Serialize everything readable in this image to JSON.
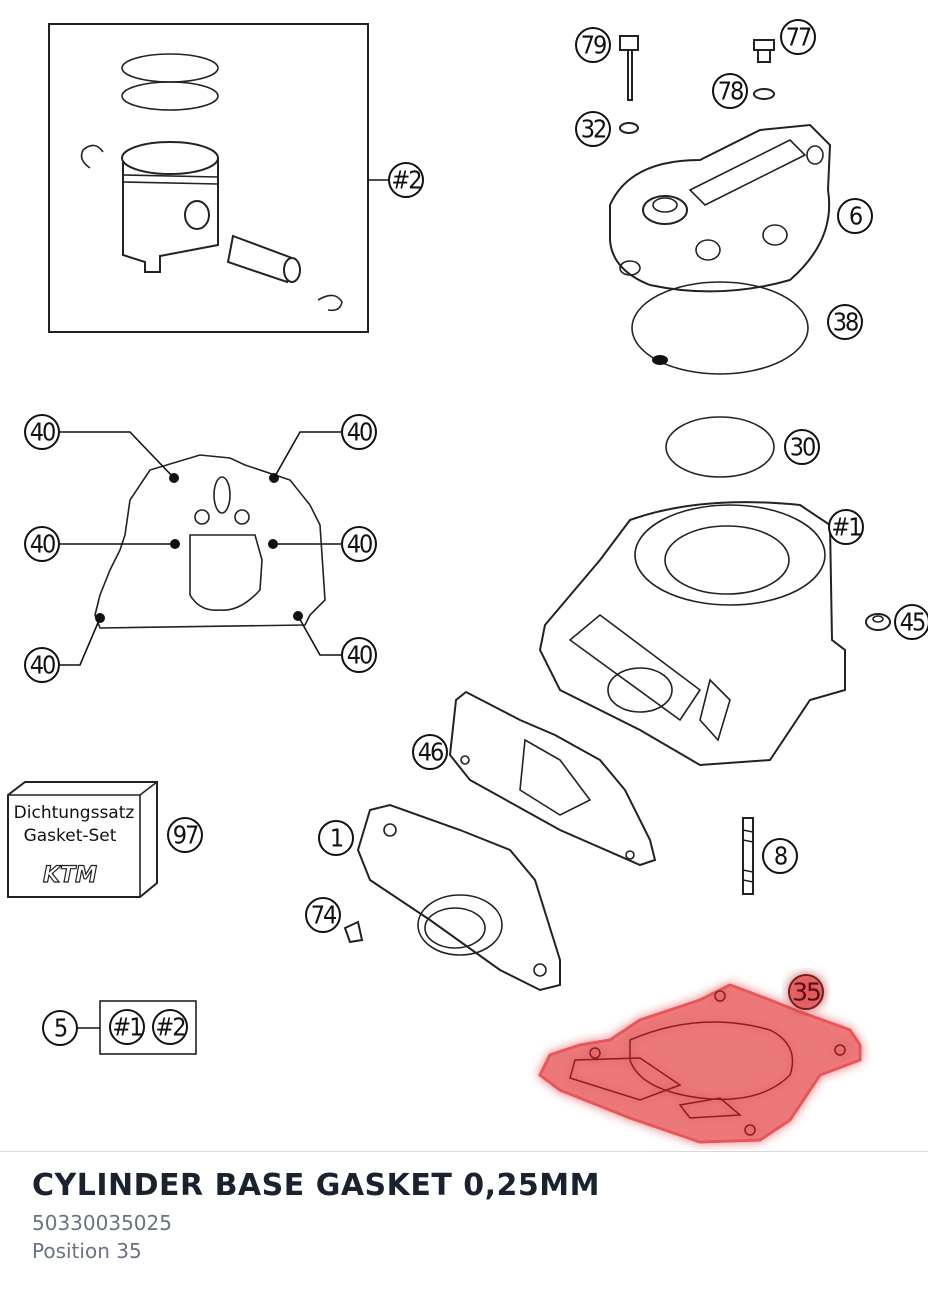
{
  "diagram": {
    "callouts": {
      "c79": "79",
      "c77": "77",
      "c78": "78",
      "c32": "32",
      "c6": "6",
      "c38": "38",
      "c2": "#2",
      "c30": "30",
      "c1hash": "#1",
      "c45": "45",
      "c46": "46",
      "c1": "1",
      "c8": "8",
      "c74": "74",
      "c97": "97",
      "c5": "5",
      "c35": "35",
      "c40a": "40",
      "c40b": "40",
      "c40c": "40",
      "c40d": "40",
      "c40e": "40",
      "c40f": "40",
      "set_a": "#1",
      "set_b": "#2"
    },
    "gasket_box": {
      "line1": "Dichtungssatz",
      "line2": "Gasket-Set",
      "brand": "KTM"
    },
    "highlight_color": "#e8575a"
  },
  "part_info": {
    "title": "CYLINDER BASE GASKET 0,25MM",
    "number": "50330035025",
    "position": "Position 35"
  }
}
